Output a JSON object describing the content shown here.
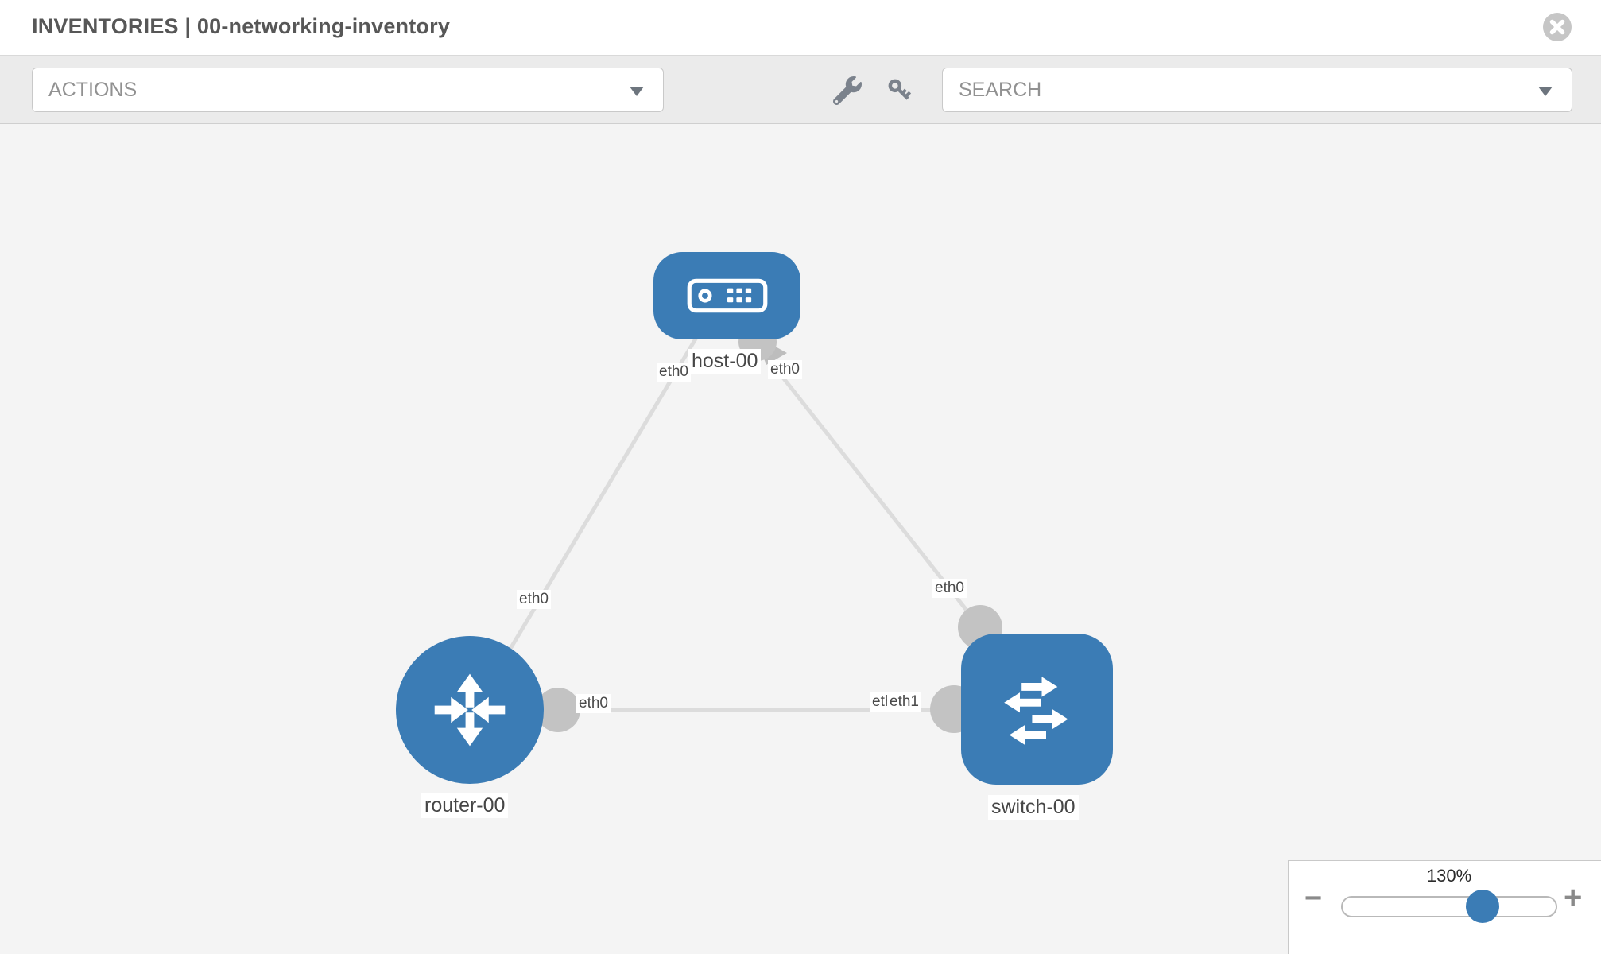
{
  "header": {
    "title": "INVENTORIES | 00-networking-inventory"
  },
  "toolbar": {
    "actions_label": "ACTIONS",
    "search_placeholder": "SEARCH"
  },
  "topology": {
    "nodes": [
      {
        "label": "host-00",
        "type": "host"
      },
      {
        "label": "router-00",
        "type": "router"
      },
      {
        "label": "switch-00",
        "type": "switch"
      }
    ],
    "port_labels": {
      "host_left": "eth0",
      "host_right": "eth0",
      "router_top": "eth0",
      "router_right": "eth0",
      "switch_top": "eth0",
      "switch_left_back": "eth0",
      "switch_left_front": "eth1"
    },
    "links": [
      {
        "from": "host-00",
        "from_port": "eth0",
        "to": "router-00",
        "to_port": "eth0"
      },
      {
        "from": "host-00",
        "from_port": "eth0",
        "to": "switch-00",
        "to_port": "eth0"
      },
      {
        "from": "router-00",
        "from_port": "eth0",
        "to": "switch-00",
        "to_port": "eth1"
      }
    ]
  },
  "zoom_control": {
    "level": "130%",
    "minus_label": "−",
    "plus_label": "+"
  },
  "colors": {
    "node_blue": "#3b7cb5",
    "link_gray": "#dcdcdc",
    "port_gray": "#c3c3c3",
    "toolbar_bg": "#ebebeb",
    "canvas_bg": "#f4f4f4"
  }
}
